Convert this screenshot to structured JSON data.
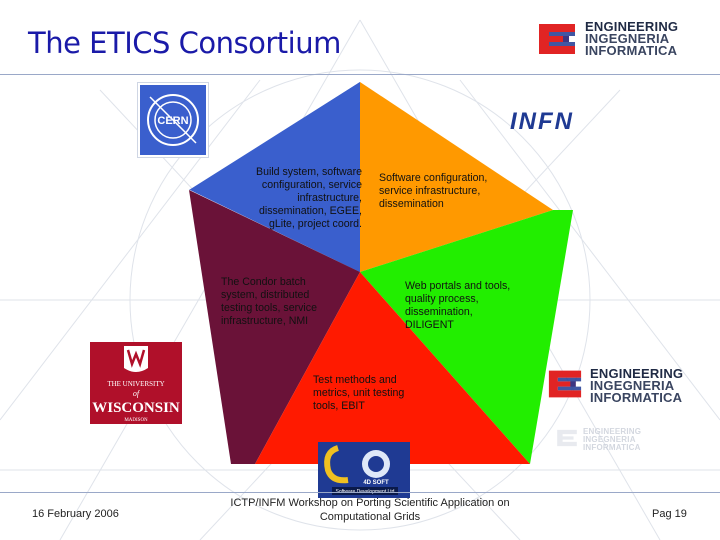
{
  "slide": {
    "title": "The ETICS Consortium",
    "footer": {
      "date": "16 February 2006",
      "event_line1": "ICTP/INFM Workshop on Porting Scientific Application on",
      "event_line2": "Computational Grids",
      "page": "Pag 19"
    }
  },
  "logos": {
    "engineering_header": [
      "ENGINEERING",
      "INGEGNERIA",
      "INFORMATICA"
    ],
    "cern": "CERN",
    "infn": "INFN",
    "wisconsin": {
      "top": "THE UNIVERSITY",
      "mid": "of",
      "main": "WISCONSIN",
      "bottom": "MADISON"
    },
    "engineering_side": [
      "ENGINEERING",
      "INGEGNERIA",
      "INFORMATICA"
    ],
    "engineering_faded": [
      "ENGINEERING",
      "INGEGNERIA",
      "INFORMATICA"
    ],
    "fourd_soft": {
      "name": "4D SOFT",
      "tagline": "Software Development Ltd"
    }
  },
  "segments": [
    {
      "id": "cern",
      "color": "#3a5fcd",
      "lines": [
        "Build system, software",
        "configuration, service",
        "infrastructure,",
        "dissemination, EGEE,",
        "gLite, project coord."
      ]
    },
    {
      "id": "infn",
      "color": "#ff9900",
      "lines": [
        "Software configuration,",
        "service infrastructure,",
        "dissemination"
      ]
    },
    {
      "id": "wisconsin",
      "color": "#6a1238",
      "lines": [
        "The Condor batch",
        "system, distributed",
        "testing tools, service",
        "infrastructure, NMI"
      ]
    },
    {
      "id": "engineering",
      "color": "#22ee00",
      "lines": [
        "Web portals and tools,",
        "quality process,",
        "dissemination,",
        "DILIGENT"
      ]
    },
    {
      "id": "fourd",
      "color": "#ff1a00",
      "lines": [
        "Test methods and",
        "metrics, unit testing",
        "tools, EBIT"
      ]
    }
  ]
}
